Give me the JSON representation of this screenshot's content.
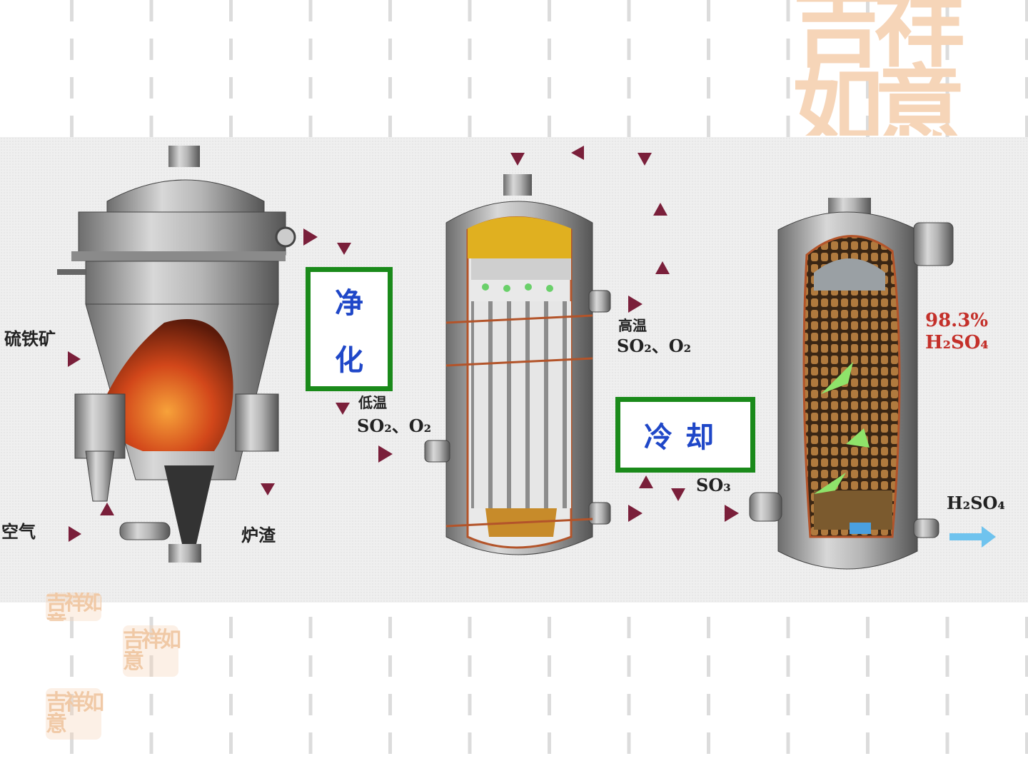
{
  "watermark": {
    "big_seal": "吉祥如意",
    "small_seals": [
      "吉祥如意",
      "吉祥如意",
      "吉祥如意"
    ]
  },
  "labels": {
    "pyrite": "硫铁矿",
    "air": "空气",
    "slag": "炉渣",
    "low_temp": "低温",
    "low_temp_gas": "SO₂、O₂",
    "high_temp": "高温",
    "high_temp_gas": "SO₂、O₂",
    "so3": "SO₃",
    "acid_conc": "98.3%",
    "acid_formula": "H₂SO₄",
    "product": "H₂SO₄"
  },
  "boxes": {
    "purify_1": "净",
    "purify_2": "化",
    "cool": "冷却"
  },
  "colors": {
    "box_border": "#1a8a1a",
    "box_text": "#1f47c8",
    "arrow": "#7a1f3a",
    "acid_label": "#c4302a",
    "flame": "#d2471a",
    "catalyst": "#e0b020",
    "packing": "#9a6a35"
  }
}
